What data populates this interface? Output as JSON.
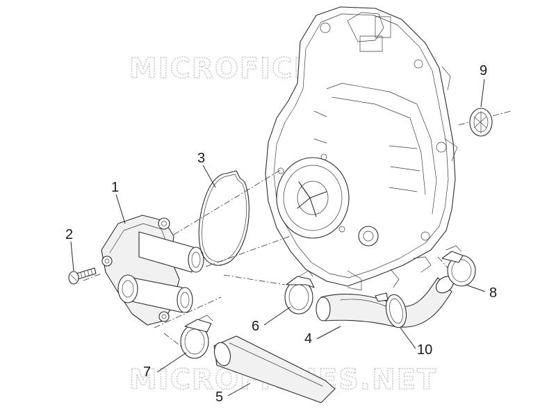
{
  "watermark": {
    "text": "MICROFICHES.NET"
  },
  "callouts": [
    {
      "id": "1",
      "label": "1"
    },
    {
      "id": "2",
      "label": "2"
    },
    {
      "id": "3",
      "label": "3"
    },
    {
      "id": "4",
      "label": "4"
    },
    {
      "id": "5",
      "label": "5"
    },
    {
      "id": "6",
      "label": "6"
    },
    {
      "id": "7",
      "label": "7"
    },
    {
      "id": "8",
      "label": "8"
    },
    {
      "id": "9",
      "label": "9"
    },
    {
      "id": "10",
      "label": "10"
    }
  ]
}
